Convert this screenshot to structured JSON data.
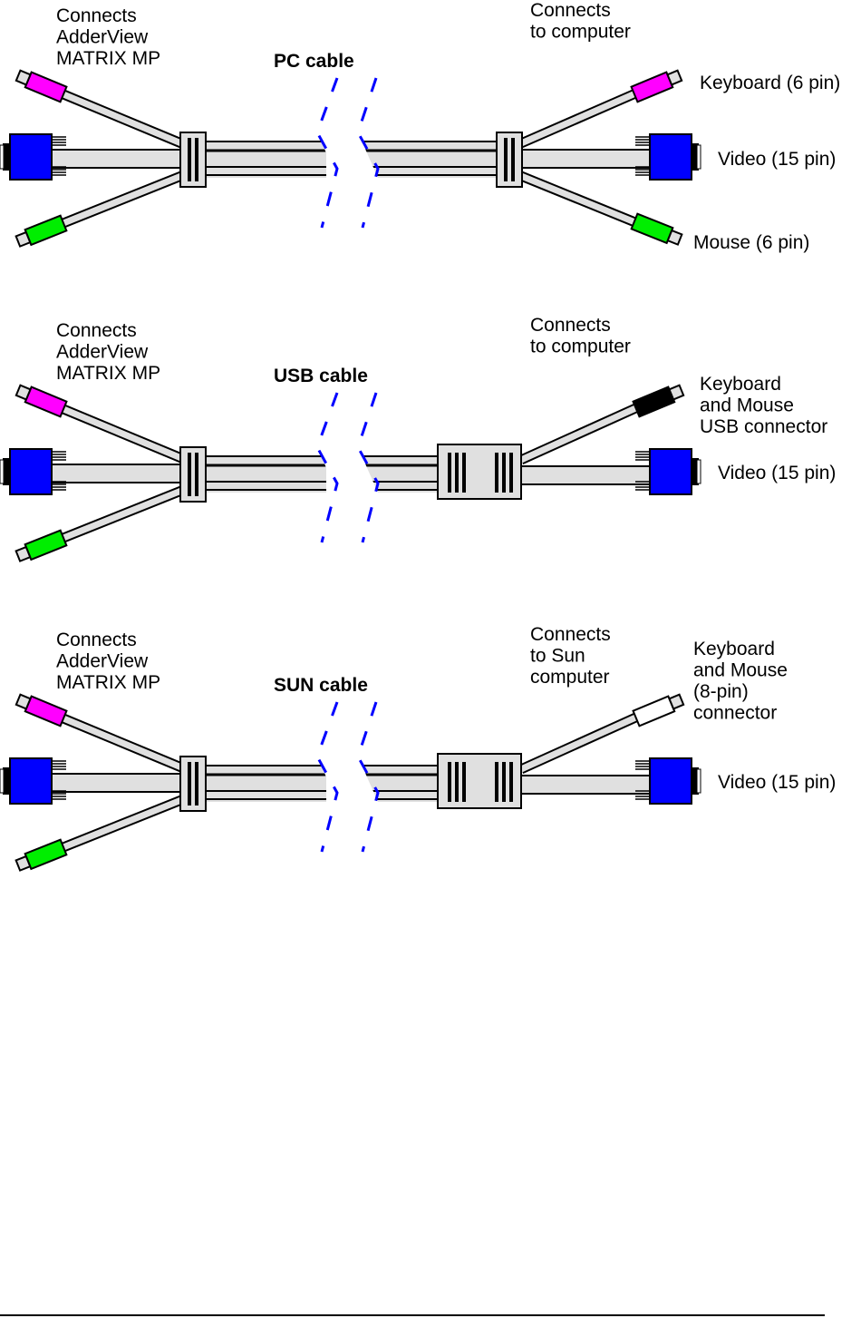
{
  "colors": {
    "keyboard_plug": "#ff00ff",
    "mouse_plug": "#00ee00",
    "video_plug": "#0000ff",
    "usb_plug": "#000000",
    "sun_plug": "#ffffff",
    "cable": "#e0e0e0",
    "break_line": "#0000ff"
  },
  "panels": [
    {
      "id": "pc",
      "title": "PC cable",
      "left_label": [
        "Connects",
        "AdderView",
        "MATRIX MP"
      ],
      "right_top_label": [
        "Connects",
        "to computer"
      ],
      "right_connectors": [
        {
          "type": "keyboard",
          "label": [
            "Keyboard (6 pin)"
          ]
        },
        {
          "type": "video",
          "label": [
            "Video (15 pin)"
          ]
        },
        {
          "type": "mouse",
          "label": [
            "Mouse (6 pin)"
          ]
        }
      ]
    },
    {
      "id": "usb",
      "title": "USB cable",
      "left_label": [
        "Connects",
        "AdderView",
        "MATRIX MP"
      ],
      "right_top_label": [
        "Connects",
        "to computer"
      ],
      "right_connectors": [
        {
          "type": "usb",
          "label": [
            "Keyboard",
            "and Mouse",
            "USB connector"
          ]
        },
        {
          "type": "video",
          "label": [
            "Video (15 pin)"
          ]
        }
      ]
    },
    {
      "id": "sun",
      "title": "SUN cable",
      "left_label": [
        "Connects",
        "AdderView",
        "MATRIX MP"
      ],
      "right_top_label": [
        "Connects",
        "to Sun",
        "computer"
      ],
      "right_connectors": [
        {
          "type": "sun",
          "label": [
            "Keyboard",
            "and Mouse",
            "(8-pin)",
            "connector"
          ]
        },
        {
          "type": "video",
          "label": [
            "Video (15 pin)"
          ]
        }
      ]
    }
  ]
}
